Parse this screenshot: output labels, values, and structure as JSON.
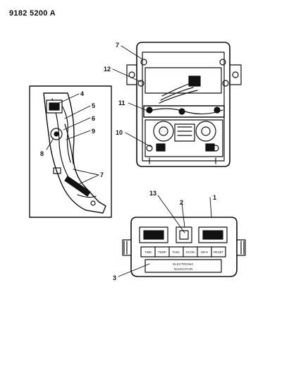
{
  "reference_code": "9182 5200 A",
  "callouts": [
    "1",
    "2",
    "3",
    "4",
    "5",
    "6",
    "7",
    "7",
    "8",
    "9",
    "10",
    "11",
    "12",
    "13"
  ],
  "console_buttons": [
    "TIME",
    "TEMP",
    "FUEL",
    "ECON",
    "INFO",
    "RESET"
  ],
  "console_plate": [
    "ELECTRONIC",
    "NAVIGATOR"
  ]
}
